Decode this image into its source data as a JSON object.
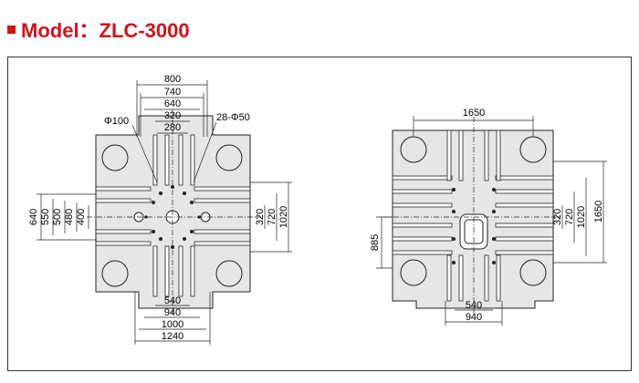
{
  "header": {
    "title": "Model：ZLC-3000"
  },
  "left_drawing": {
    "top_dims": [
      "800",
      "740",
      "640",
      "320",
      "280"
    ],
    "callouts": [
      "Φ100",
      "28-Φ50"
    ],
    "left_dims": [
      "640",
      "550",
      "500",
      "480",
      "400"
    ],
    "right_dims": [
      "320",
      "720",
      "1020"
    ],
    "bottom_dims": [
      "540",
      "940",
      "1000",
      "1240"
    ]
  },
  "right_drawing": {
    "top_dims": [
      "1650"
    ],
    "left_dims": [
      "885"
    ],
    "right_dims": [
      "320",
      "720",
      "1020",
      "1650"
    ],
    "bottom_dims": [
      "540",
      "940"
    ]
  },
  "colors": {
    "title": "#d0121b",
    "plate": "#e6e6e6",
    "line": "#222222"
  }
}
